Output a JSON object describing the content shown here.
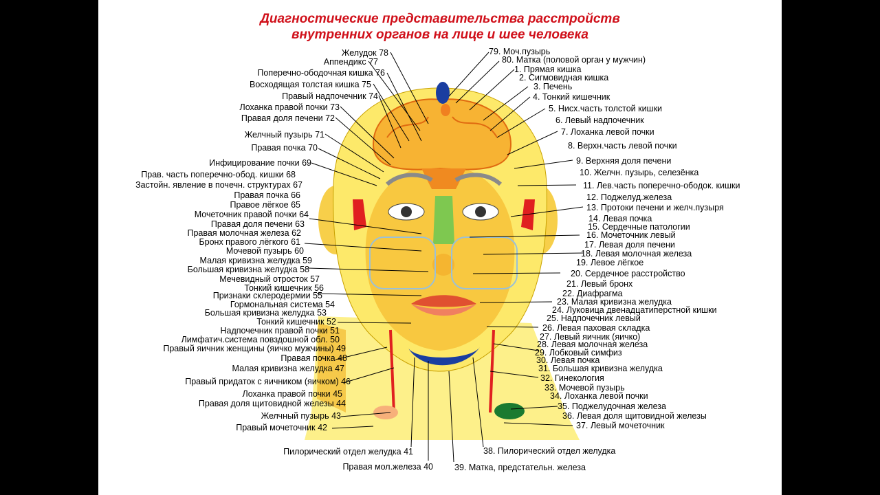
{
  "title": {
    "line1": "Диагностические представительства расстройств",
    "line2": "внутренних органов на лице и шее человека"
  },
  "labels": {
    "l1": "1. Прямая кишка",
    "l2": "2. Сигмовидная кишка",
    "l3": "3. Печень",
    "l4": "4. Тонкий кишечник",
    "l5": "5. Нисх.часть толстой кишки",
    "l6": "6. Левый надпочечник",
    "l7": "7. Лоханка левой почки",
    "l8": "8. Верхн.часть левой почки",
    "l9": "9. Верхняя доля печени",
    "l10": "10. Желчн. пузырь, селезёнка",
    "l11": "11. Лев.часть поперечно-ободок. кишки",
    "l12": "12. Поджелуд.железа",
    "l13": "13. Протоки печени и желч.пузыря",
    "l14": "14. Левая почка",
    "l15": "15. Сердечные патологии",
    "l16": "16. Мочеточник левый",
    "l17": "17. Левая доля печени",
    "l18": "18. Левая молочная железа",
    "l19": "19. Левое лёгкое",
    "l20": "20. Сердечное расстройство",
    "l21": "21. Левый бронх",
    "l22": "22. Диафрагма",
    "l23": "23. Малая кривизна желудка",
    "l24": "24. Луковица двенадцатиперстной кишки",
    "l25": "25. Надпочечник левый",
    "l26": "26. Левая паховая складка",
    "l27": "27. Левый яичник (яичко)",
    "l28": "28. Левая молочная железа",
    "l29": "29. Лобковый симфиз",
    "l30": "30. Левая почка",
    "l31": "31. Большая кривизна желудка",
    "l32": "32. Гинекология",
    "l33": "33. Мочевой пузырь",
    "l34": "34. Лоханка левой почки",
    "l35": "35. Поджелудочная железа",
    "l36": "36. Левая доля щитовидной железы",
    "l37": "37. Левый мочеточник",
    "l38": "38. Пилорический отдел желудка",
    "l39": "39. Матка, предстательн. железа",
    "l40": "Правая мол.железа 40",
    "l41": "Пилорический отдел желудка 41",
    "l42": "Правый мочеточник 42",
    "l43": "Желчный пузырь 43",
    "l44": "Правая доля щитовидной железы 44",
    "l45": "Лоханка правой почки 45",
    "l46": "Правый придаток с яичником  (яичком) 46",
    "l47": "Малая кривизна желудка 47",
    "l48": "Правая почка 48",
    "l49": "Правый яичник женщины (яичко мужчины) 49",
    "l50": "Лимфатич.система повздошной обл. 50",
    "l51": "Надпочечник правой почки 51",
    "l52": "Тонкий кишечник 52",
    "l53": "Большая кривизна желудка 53",
    "l54": "Гормональная система 54",
    "l55": "Признаки склеродермии 55",
    "l56": "Тонкий кишечник 56",
    "l57": "Мечевидный отросток 57",
    "l58": "Большая кривизна желудка 58",
    "l59": "Малая кривизна желудка 59",
    "l60": "Мочевой пузырь 60",
    "l61": "Бронх правого лёгкого 61",
    "l62": "Правая молочная железа 62",
    "l63": "Правая доля печени 63",
    "l64": "Мочеточник правой почки 64",
    "l65": "Правое лёгкое 65",
    "l66": "Правая почка 66",
    "l67": "Застойн. явление в почечн. структурах 67",
    "l68": "Прав. часть поперечно-обод. кишки 68",
    "l69": "Инфицирование почки 69",
    "l70": "Правая почка 70",
    "l71": "Желчный пузырь 71",
    "l72": "Правая доля печени 72",
    "l73": "Лоханка правой почки 73",
    "l74": "Правый надпочечник 74",
    "l75": "Восходящая толстая кишка 75",
    "l76": "Поперечно-ободочная кишка 76",
    "l77": "Аппендикс 77",
    "l78": "Желудок 78",
    "l79": "79. Моч.пузырь",
    "l80": "80. Матка (половой орган у мужчин)"
  }
}
